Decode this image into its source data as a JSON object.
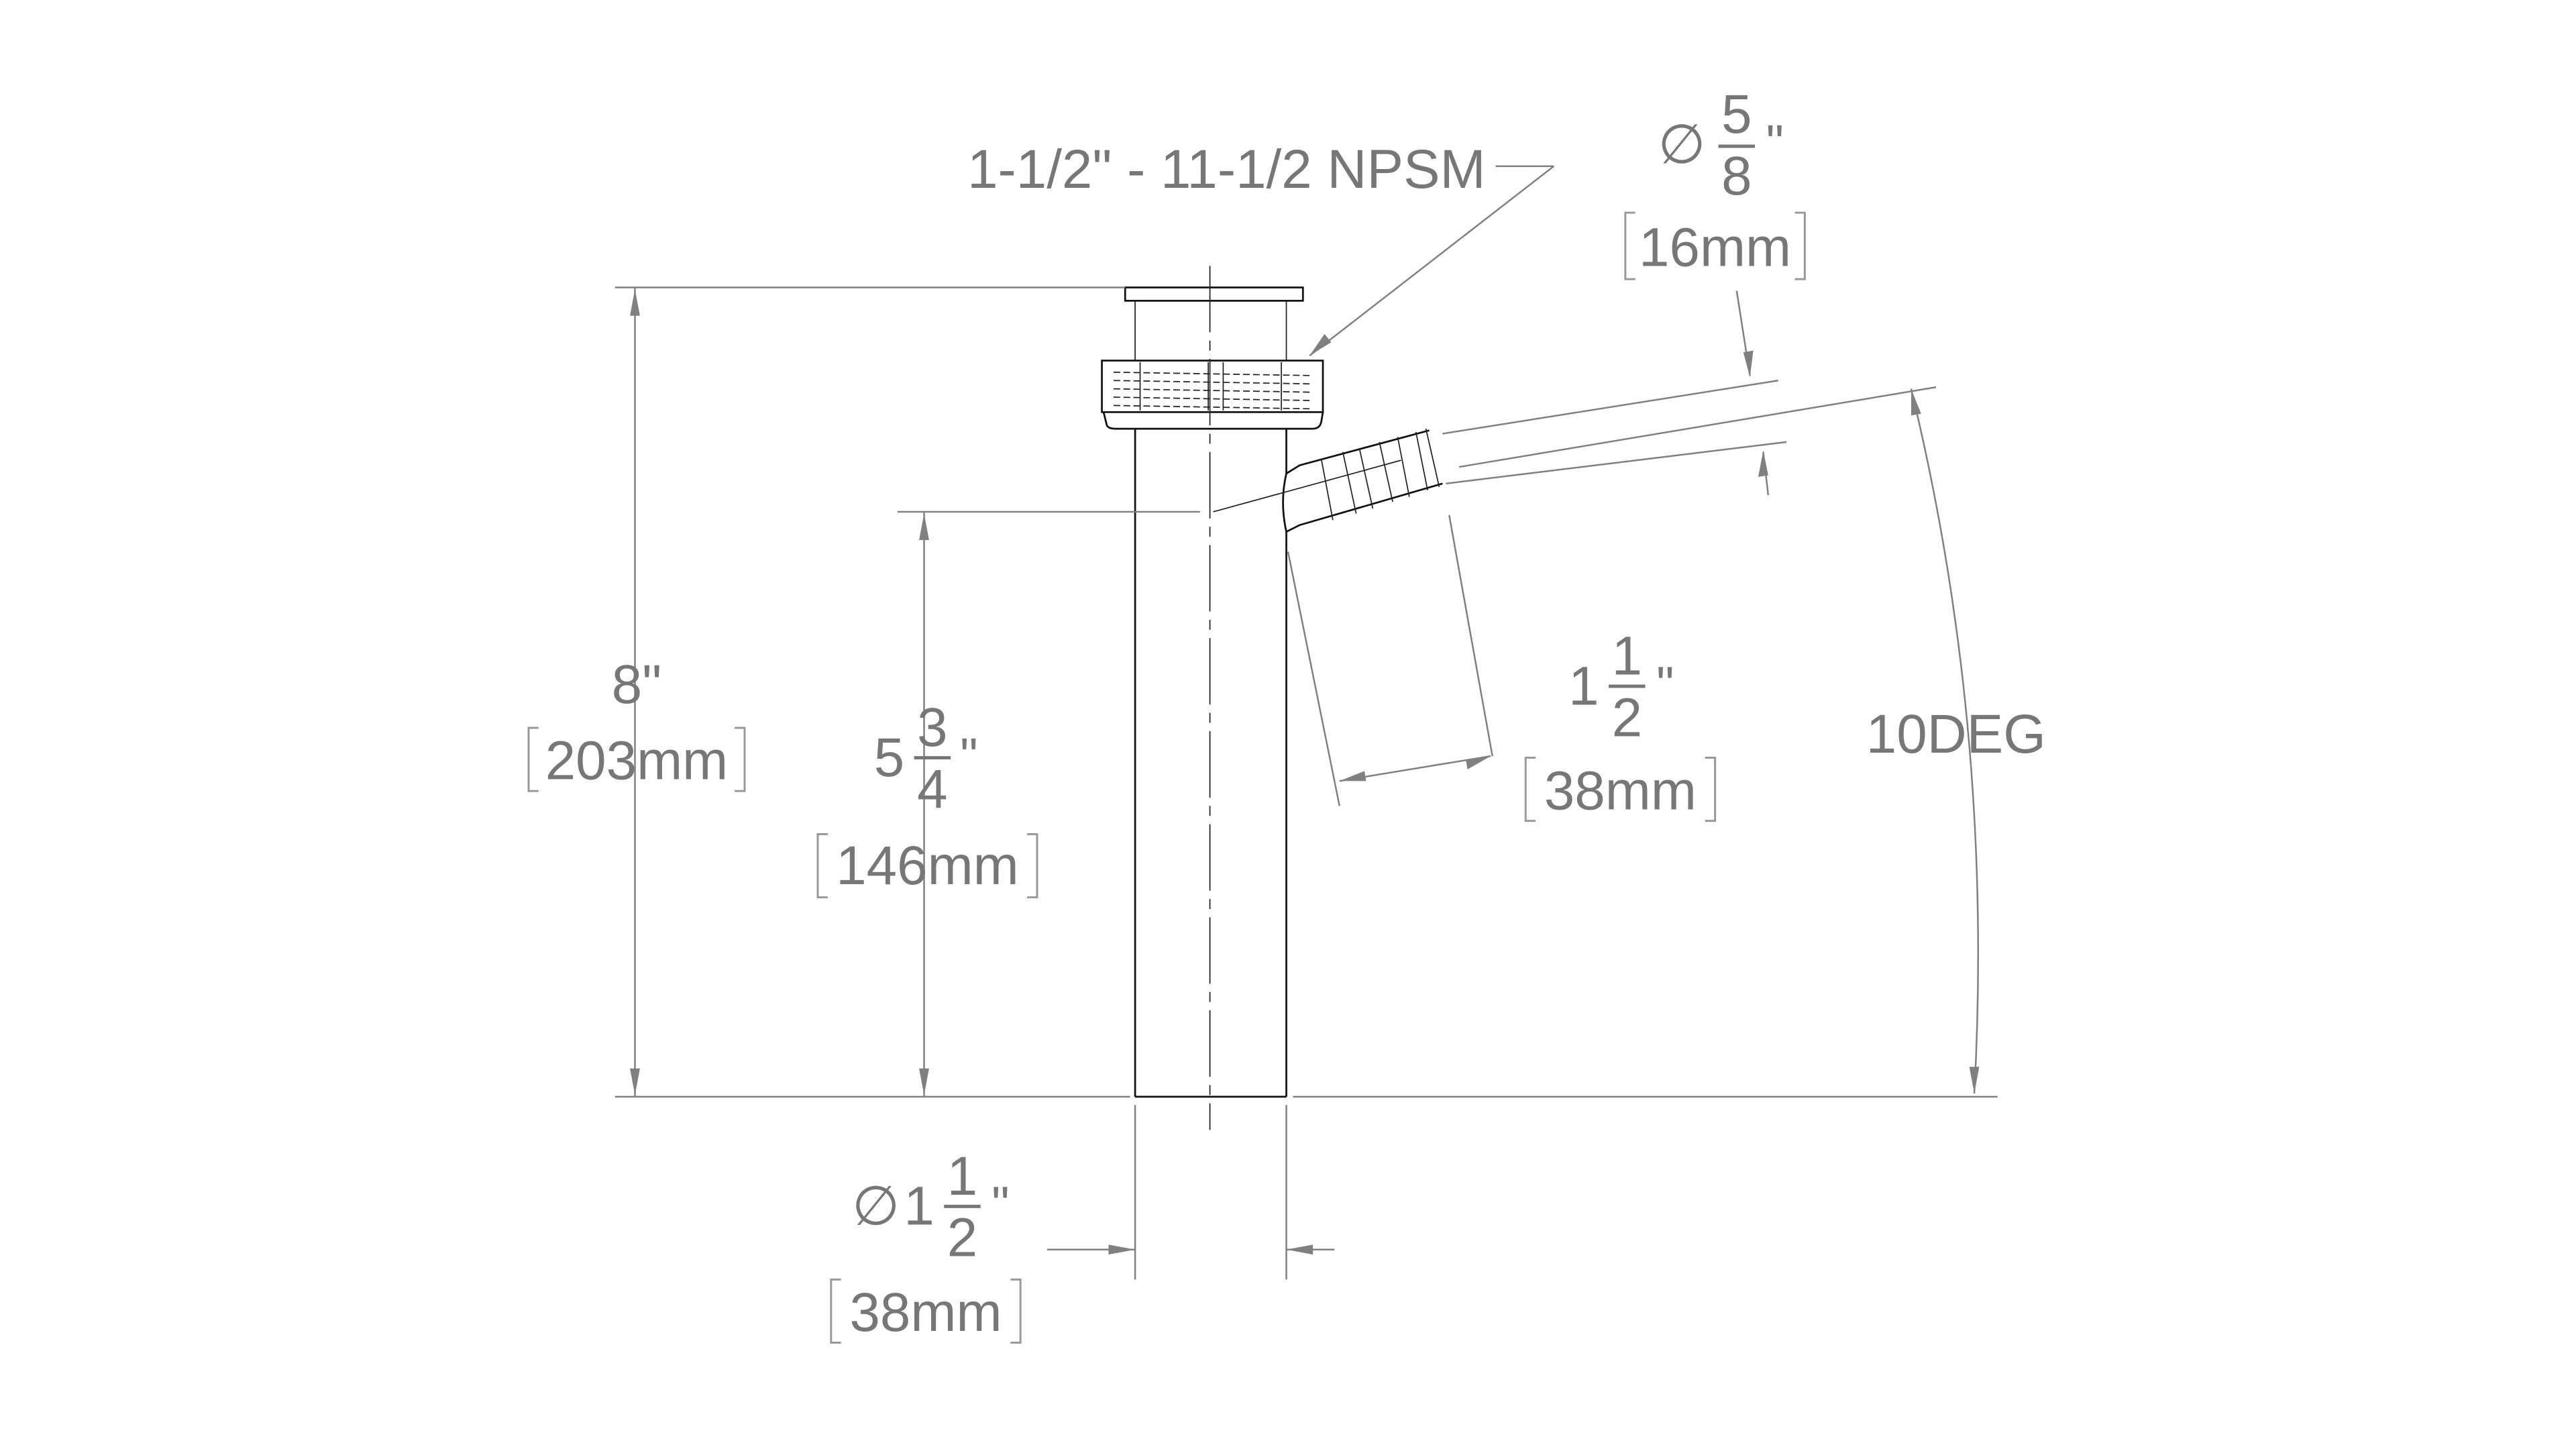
{
  "drawing": {
    "thread_callout": "1-1/2\" - 11-1/2 NPSM",
    "inlet_diameter": {
      "symbol": "∅",
      "numerator": "5",
      "denominator": "8",
      "unit": "\"",
      "metric": "16mm"
    },
    "overall_height": {
      "value": "8\"",
      "metric": "203mm"
    },
    "branch_height": {
      "whole": "5",
      "numerator": "3",
      "denominator": "4",
      "unit": "\"",
      "metric": "146mm"
    },
    "branch_length": {
      "whole": "1",
      "numerator": "1",
      "denominator": "2",
      "unit": "\"",
      "metric": "38mm"
    },
    "branch_angle": "10DEG",
    "tube_diameter": {
      "symbol": "∅",
      "whole": "1",
      "numerator": "1",
      "denominator": "2",
      "unit": "\"",
      "metric": "38mm"
    },
    "colors": {
      "dimension": "#808080",
      "part": "#111111",
      "text": "#777777"
    }
  }
}
